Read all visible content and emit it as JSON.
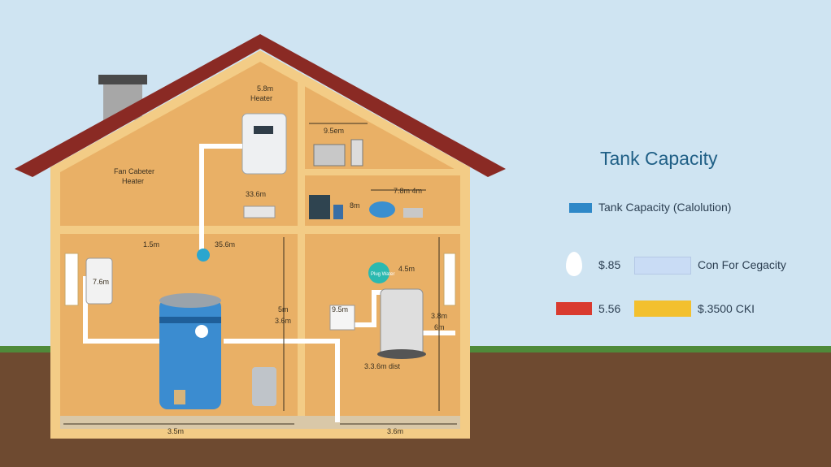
{
  "house": {
    "labels": {
      "top_heater": "5.8m Heater",
      "top_heater_l1": "5.8m",
      "top_heater_l2": "Heater",
      "left_attic_l1": "Fan Cabeter",
      "left_attic_l2": "Heater",
      "attic_dim": "9.5em",
      "mid_dim": "33.6m",
      "kitchen_dim": "7.8m 4m",
      "kitchen_small": "8m",
      "lower_left_dim1": "1.5m",
      "lower_left_dim2": "35.6m",
      "heater_small": "7.6m",
      "pipe_right_l1": "5m",
      "pipe_right_l2": "3.6m",
      "valve_dim": "9.5m",
      "right_tank_dim": "4.5m",
      "badge_text": "Plug Water",
      "right_wall_l1": "3.8m",
      "right_wall_l2": "6m",
      "floor_dim_mid": "3.3.6m dist",
      "bottom_left_dim": "3.5m",
      "bottom_right_dim": "3.6m"
    }
  },
  "legend": {
    "title": "Tank Capacity",
    "row1_label": "Tank Capacity (Calolution)",
    "row2_value": "$.85",
    "row2_label": "Con For Cegacity",
    "row3_value": "5.56",
    "row3_label": "$.3500 CKI",
    "colors": {
      "blue": "#2e88c8",
      "light_blue": "#c9dcf5",
      "red": "#d93a2f",
      "yellow": "#f3c02e",
      "drop": "#ffffff"
    }
  }
}
